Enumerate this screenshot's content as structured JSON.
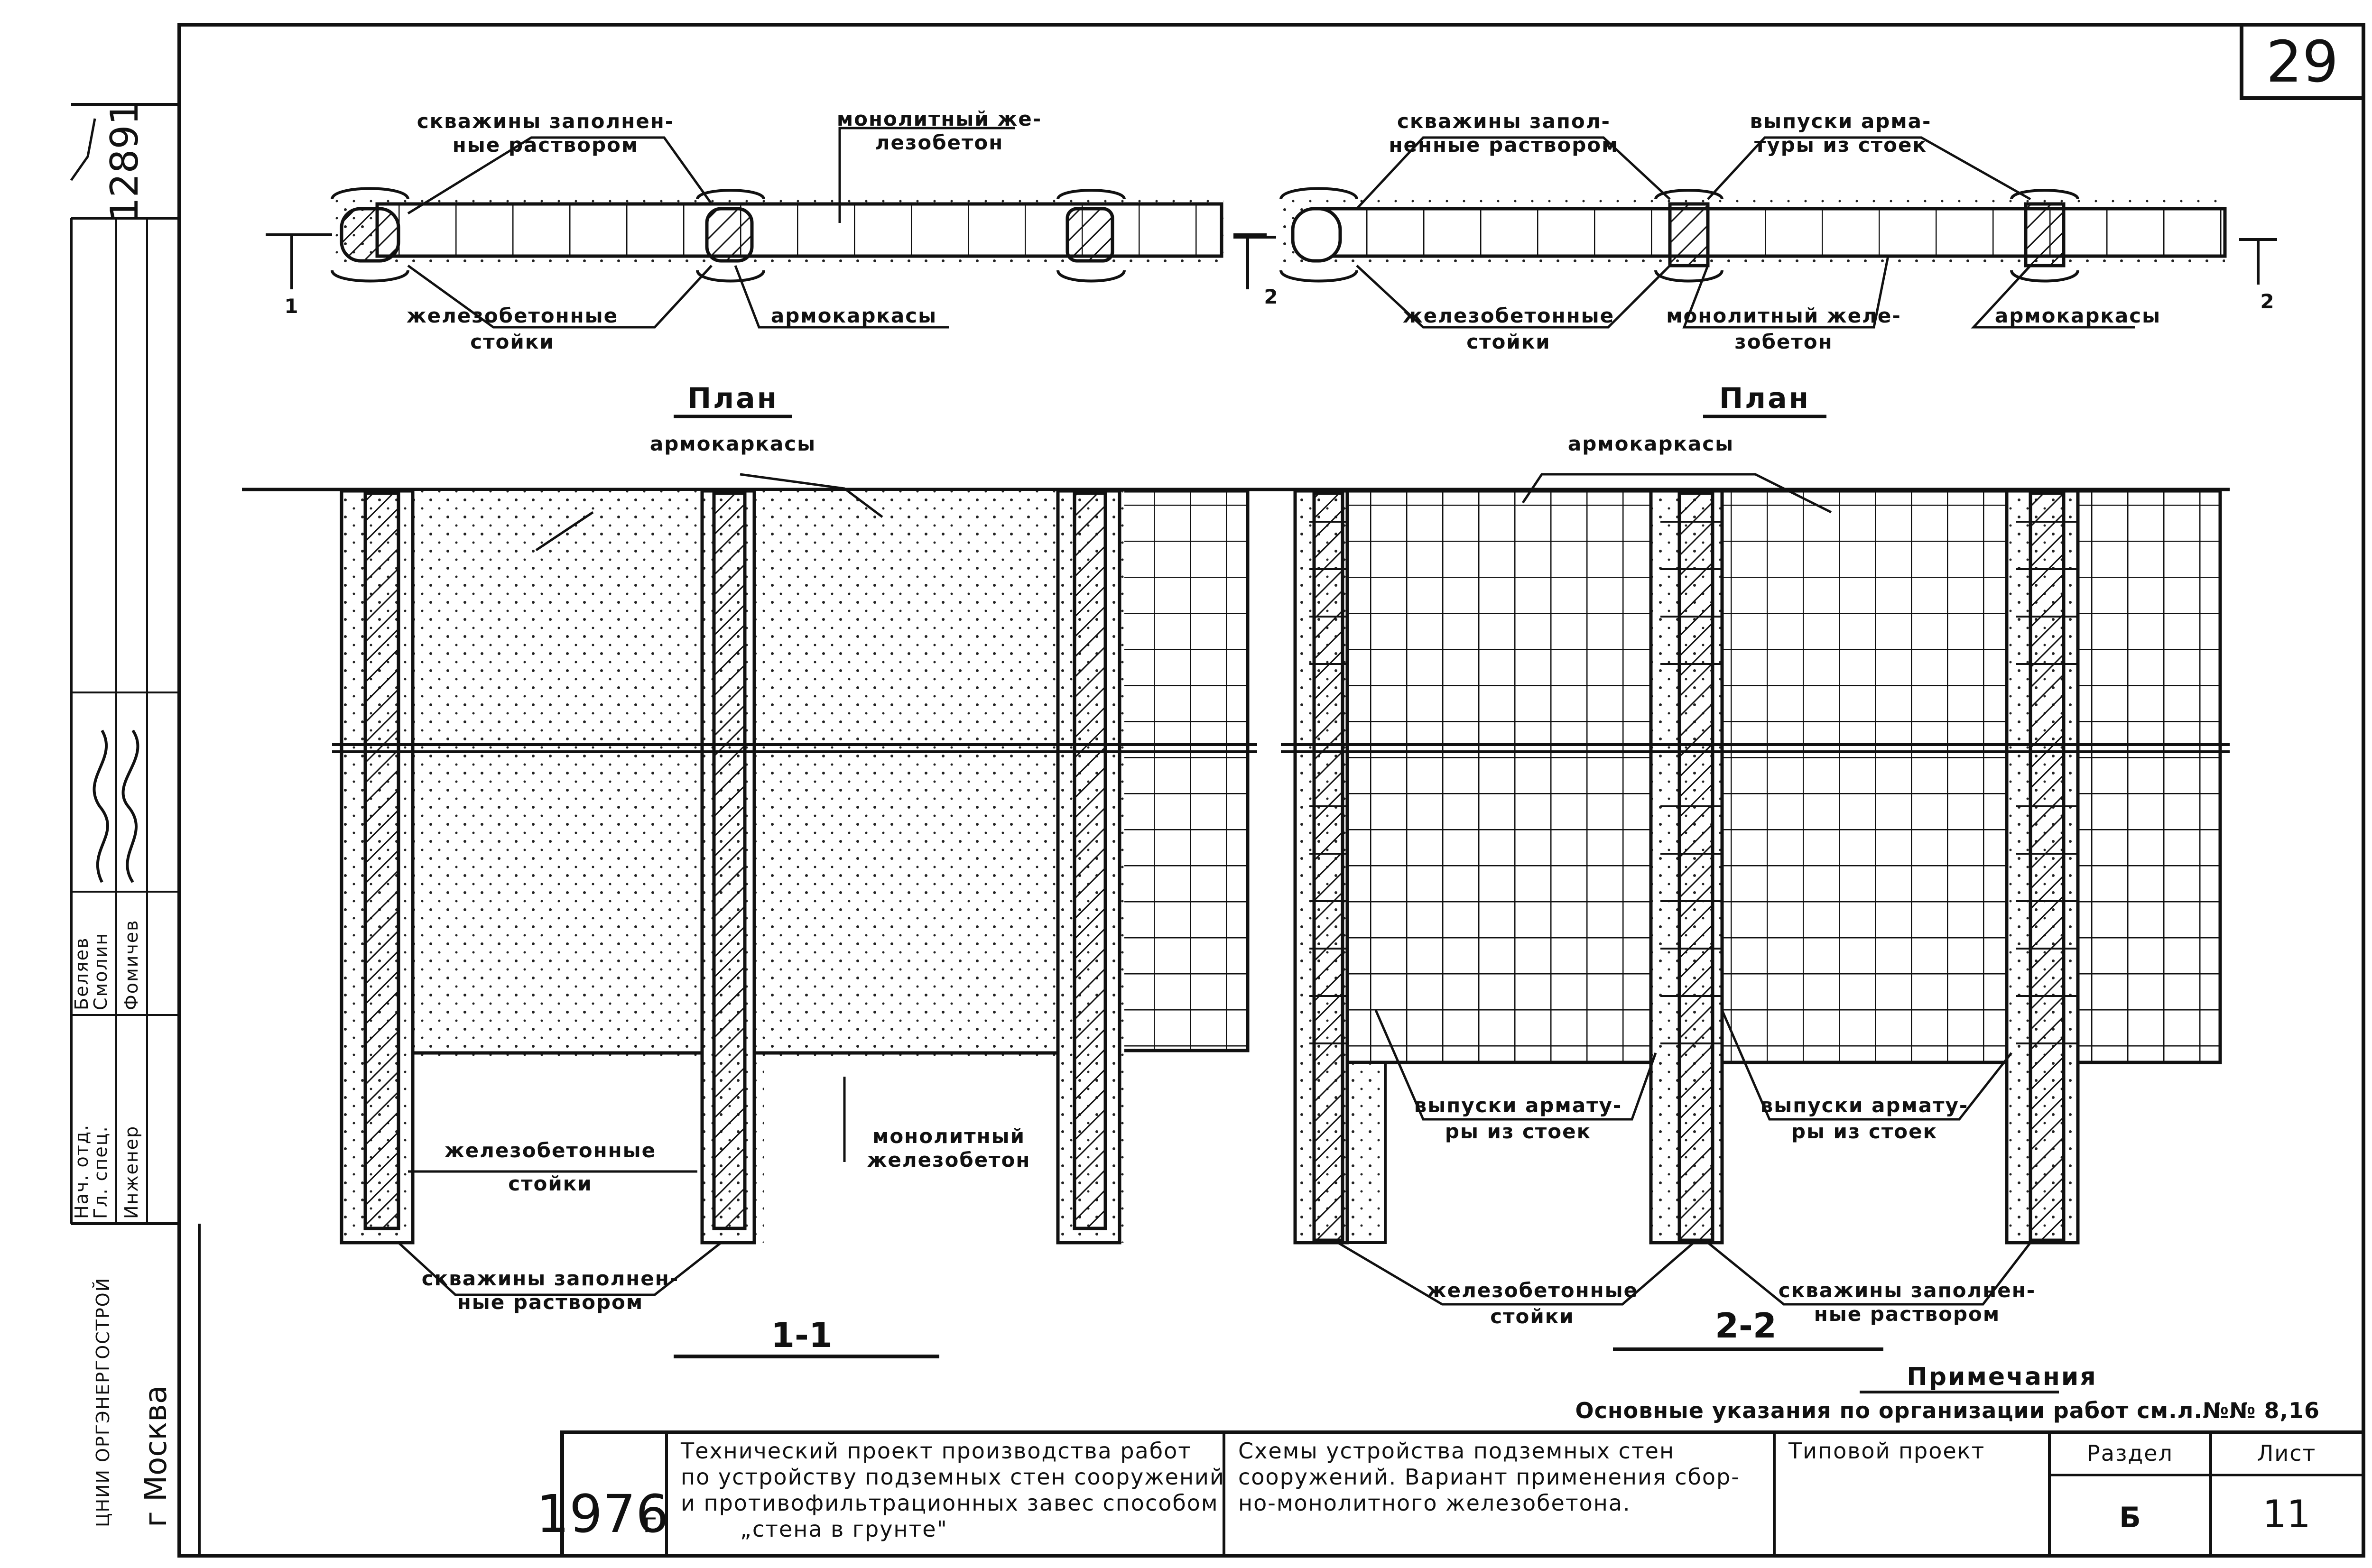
{
  "sheet": {
    "page_number": "29",
    "inventory_number": "12891",
    "stamp": "г Москва",
    "org": "ЦНИИ ОРГЭНЕРГОСТРОЙ",
    "side_roles": [
      "Инженер",
      "Гл. спец.",
      "Нач. отд."
    ],
    "side_names": [
      "Фомичев",
      "Смолин",
      "Беляев"
    ]
  },
  "left_top": {
    "label_wells": [
      "скважины заполнен-",
      "ные раствором"
    ],
    "label_monolith": [
      "монолитный же-",
      "лезобетон"
    ],
    "label_posts": [
      "железобетонные",
      "стойки"
    ],
    "label_cages": "армокаркасы",
    "section_mark": "1",
    "title": "План"
  },
  "right_top": {
    "label_wells": [
      "скважины запол-",
      "ненные раствором"
    ],
    "label_rebar": [
      "выпуски арма-",
      "туры из стоек"
    ],
    "label_posts": [
      "железобетонные",
      "стойки"
    ],
    "label_monolith": [
      "монолитный желе-",
      "зобетон"
    ],
    "label_cages": "армокаркасы",
    "section_mark": "2",
    "title": "План"
  },
  "left_elev": {
    "label_cages": "армокаркасы",
    "label_posts": [
      "железобетонные",
      "стойки"
    ],
    "label_monolith": [
      "монолитный",
      "железобетон"
    ],
    "label_wells": [
      "скважины заполнен-",
      "ные раствором"
    ],
    "caption": "1-1"
  },
  "right_elev": {
    "label_cages": "армокаркасы",
    "label_rebar_a": [
      "выпуски армату-",
      "ры из стоек"
    ],
    "label_rebar_b": [
      "выпуски армату-",
      "ры из стоек"
    ],
    "label_posts": [
      "железобетонные",
      "стойки"
    ],
    "label_wells": [
      "скважины заполнен-",
      "ные раствором"
    ],
    "caption": "2-2"
  },
  "notes": {
    "title": "Примечания",
    "text": "Основные указания по организации работ см.л.№№ 8,16"
  },
  "title_block": {
    "year": "1976",
    "year_suffix": "г",
    "project_title": [
      "Технический проект производства работ",
      "по устройству подземных стен сооружений",
      "и противофильтрационных завес способом",
      "„стена в грунте\""
    ],
    "sheet_title": [
      "Схемы устройства подземных стен",
      "сооружений. Вариант применения сбор-",
      "но-монолитного железобетона."
    ],
    "type_label": "Типовой проект",
    "section_label": "Раздел",
    "section_value": "Б",
    "sheet_label": "Лист",
    "sheet_value": "11"
  }
}
